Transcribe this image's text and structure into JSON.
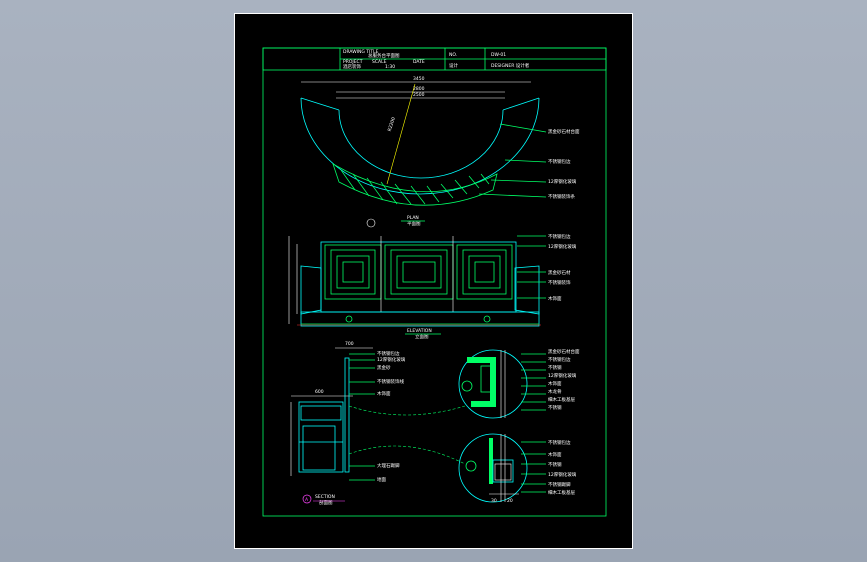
{
  "title_block": {
    "drawing_title_label": "DRAWING TITLE",
    "drawing_title_value": "总服务台平面图",
    "project_label": "PROJECT",
    "project_value": "酒店装饰",
    "scale_label": "SCALE",
    "scale_value": "1:30",
    "date_label": "DATE",
    "drawing_no_label": "NO.",
    "drawing_no_value": "DW-01",
    "designer_label": "设计",
    "designer_value": "DESIGNER 设计者"
  },
  "dimensions": {
    "plan_total": "3450",
    "plan_inner_1": "2800",
    "plan_inner_2": "2500",
    "radius_label": "R2200",
    "section_top": "700",
    "section_width": "600",
    "detail_bottom_a": "30",
    "detail_bottom_b": "20"
  },
  "section_labels": {
    "plan": "PLAN",
    "plan_cn": "平面图",
    "elevation": "ELEVATION",
    "elevation_cn": "立面图",
    "section_marker": "A",
    "section": "SECTION",
    "section_cn": "剖面图"
  },
  "annotations": {
    "plan": [
      "黑金砂石材台面",
      "不锈钢包边",
      "12厚钢化玻璃",
      "不锈钢装饰条"
    ],
    "elevation": [
      "不锈钢包边",
      "12厚钢化玻璃",
      "黑金砂石材",
      "不锈钢装饰",
      "木饰面"
    ],
    "section": [
      "不锈钢包边",
      "12厚钢化玻璃",
      "黑金砂",
      "不锈钢装饰线",
      "木饰面",
      "大理石踢脚",
      "地面"
    ],
    "detail_top": [
      "黑金砂石材台面",
      "不锈钢包边",
      "不锈钢",
      "12厚钢化玻璃",
      "木饰面",
      "木龙骨",
      "细木工板基层",
      "不锈钢"
    ],
    "detail_bottom": [
      "不锈钢包边",
      "木饰面",
      "不锈钢",
      "12厚钢化玻璃",
      "不锈钢踢脚",
      "细木工板基层"
    ]
  },
  "colors": {
    "frame": "#00ff66",
    "outline": "#00ffff",
    "text": "#ffffff",
    "accent": "#ff44ff",
    "sheet_bg": "#000000",
    "app_bg": "#a9b2c0"
  }
}
